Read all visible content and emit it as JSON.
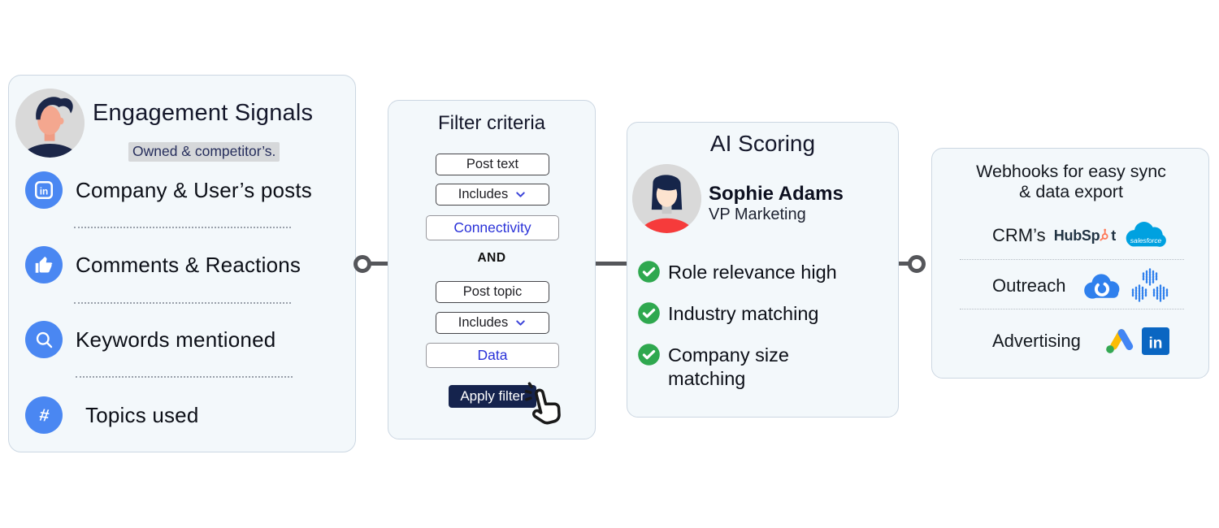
{
  "colors": {
    "accent_blue": "#4a87f2",
    "card_bg": "#f3f8fb",
    "navy": "#1c2749",
    "green_check": "#2fa84f",
    "value_blue": "#2a32d8",
    "button_navy": "#15234d",
    "connector_gray": "#55565a",
    "hubspot_orange": "#ff7a59",
    "salesforce_blue": "#00a1e0",
    "linkedin_blue": "#0a66c2"
  },
  "cards": {
    "engagement": {
      "title": "Engagement Signals",
      "subtitle": "Owned & competitor’s.",
      "avatar": "male-avatar",
      "items": [
        {
          "icon": "linkedin-icon",
          "glyph": "in",
          "label": "Company & User’s posts"
        },
        {
          "icon": "thumbs-up-icon",
          "label": "Comments & Reactions"
        },
        {
          "icon": "search-icon",
          "label": "Keywords mentioned"
        },
        {
          "icon": "hashtag-icon",
          "glyph": "#",
          "label": "Topics used"
        }
      ]
    },
    "filter": {
      "title": "Filter criteria",
      "conjunction": "AND",
      "groups": [
        {
          "field": "Post text",
          "operator": "Includes",
          "value": "Connectivity"
        },
        {
          "field": "Post topic",
          "operator": "Includes",
          "value": "Data"
        }
      ],
      "apply_label": "Apply filter"
    },
    "scoring": {
      "title": "AI Scoring",
      "avatar": "female-avatar",
      "person": {
        "name": "Sophie Adams",
        "role": "VP Marketing"
      },
      "checks": [
        {
          "icon": "check-circle-icon",
          "label": "Role relevance high"
        },
        {
          "icon": "check-circle-icon",
          "label": "Industry matching"
        },
        {
          "icon": "check-circle-icon",
          "label": "Company size matching"
        }
      ]
    },
    "webhooks": {
      "title": "Webhooks for easy sync & data export",
      "rows": [
        {
          "label": "CRM’s",
          "logos": [
            "hubspot-logo",
            "salesforce-logo"
          ]
        },
        {
          "label": "Outreach",
          "logos": [
            "outreach-cloud-logo",
            "salesloft-logo"
          ]
        },
        {
          "label": "Advertising",
          "logos": [
            "google-ads-logo",
            "linkedin-logo"
          ]
        }
      ],
      "logo_text": {
        "hubspot_before": "HubSp",
        "hubspot_after": "t",
        "salesforce": "salesforce",
        "linkedin": "in"
      }
    }
  }
}
